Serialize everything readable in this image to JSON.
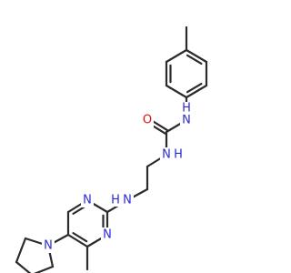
{
  "atom_labels": {
    "oxygen": "O",
    "nitrogen": "N",
    "hydrogen": "H"
  },
  "colors": {
    "bond": "#2b2b2b",
    "nitrogen": "#2a2ad6",
    "oxygen": "#e01010",
    "background": "#ffffff"
  }
}
